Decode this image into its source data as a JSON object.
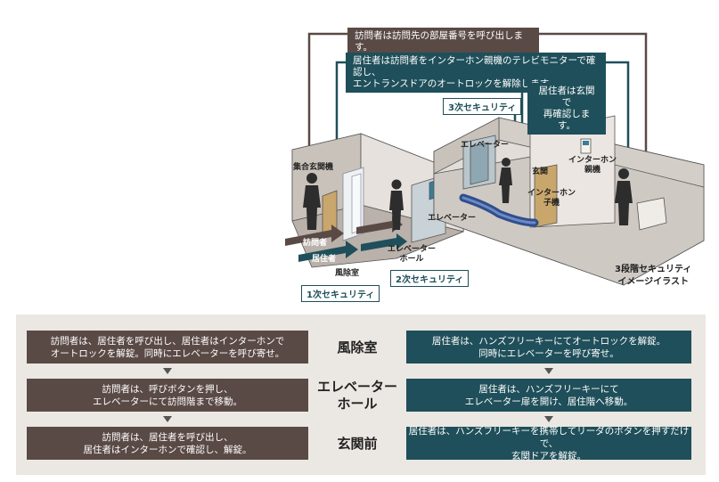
{
  "illustration": {
    "callout_top": "訪問者は訪問先の部屋番号を呼び出します。",
    "callout_second": "居住者は訪問者をインターホン親機のテレビモニターで確認し、\nエントランスドアのオートロックを解除します。",
    "callout_resident": "居住者は玄関で\n再確認します。",
    "tag_security_1": "1次セキュリティ",
    "tag_security_2": "2次セキュリティ",
    "tag_security_3": "3次セキュリティ",
    "label_entrance_panel": "集合玄関機",
    "label_visitor": "訪問者",
    "label_resident": "居住者",
    "label_windbreak": "風除室",
    "label_elevator_1": "エレベーター",
    "label_elevator_hall": "エレベーター\nホール",
    "label_elevator_2": "エレベーター",
    "label_entrance": "玄関",
    "label_intercom_child": "インターホン\n子機",
    "label_intercom_parent": "インターホン\n親機",
    "caption": "3段階セキュリティ\nイメージイラスト",
    "colors": {
      "brown": "#5a4a45",
      "teal": "#1f4f5a"
    }
  },
  "flow": {
    "rows": [
      {
        "stage": "風除室",
        "visitor": "訪問者は、居住者を呼び出し、居住者はインターホンで\nオートロックを解錠。同時にエレベーターを呼び寄せ。",
        "resident": "居住者は、ハンズフリーキーにてオートロックを解錠。\n同時にエレベーターを呼び寄せ。"
      },
      {
        "stage": "エレベーター\nホール",
        "visitor": "訪問者は、呼びボタンを押し、\nエレベーターにて訪問階まで移動。",
        "resident": "居住者は、ハンズフリーキーにて\nエレベーター扉を開け、居住階へ移動。"
      },
      {
        "stage": "玄関前",
        "visitor": "訪問者は、居住者を呼び出し、\n居住者はインターホンで確認し、解錠。",
        "resident": "居住者は、ハンズフリーキーを携帯してリーダのボタンを押すだけで、\n玄関ドアを解錠。"
      }
    ]
  }
}
